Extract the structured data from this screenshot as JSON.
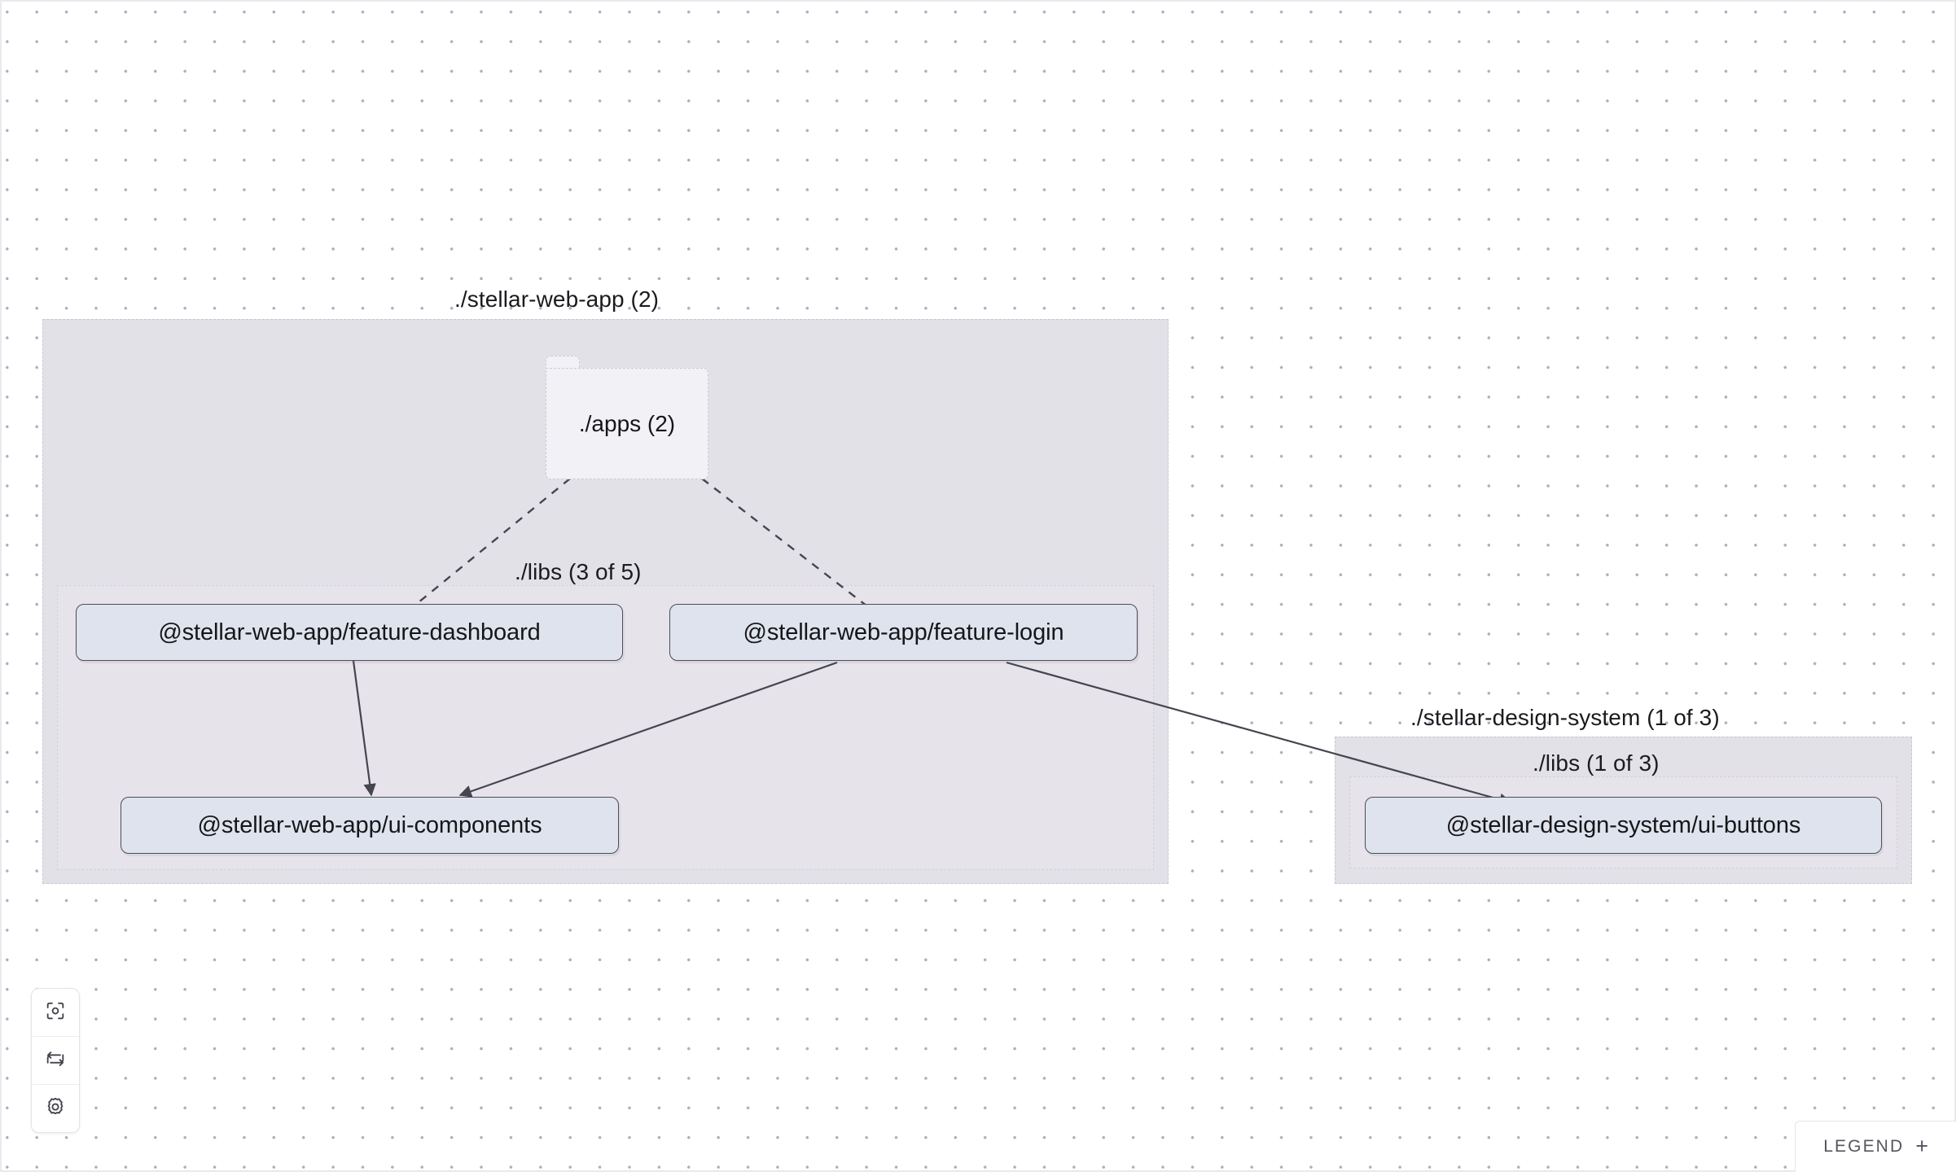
{
  "app": {
    "kind": "project-dependency-graph"
  },
  "groups": [
    {
      "id": "stellar-web-app",
      "label": "./stellar-web-app (2)"
    },
    {
      "id": "stellar-web-app-libs",
      "label": "./libs (3 of 5)"
    },
    {
      "id": "stellar-design-system",
      "label": "./stellar-design-system (1 of 3)"
    },
    {
      "id": "stellar-design-system-libs",
      "label": "./libs (1 of 3)"
    }
  ],
  "folder_node": {
    "id": "apps",
    "label": "./apps (2)"
  },
  "nodes": [
    {
      "id": "feature-dashboard",
      "label": "@stellar-web-app/feature-dashboard"
    },
    {
      "id": "feature-login",
      "label": "@stellar-web-app/feature-login"
    },
    {
      "id": "ui-components",
      "label": "@stellar-web-app/ui-components"
    },
    {
      "id": "ui-buttons",
      "label": "@stellar-design-system/ui-buttons"
    }
  ],
  "edges": [
    {
      "from": "apps",
      "to": "feature-dashboard",
      "style": "dashed"
    },
    {
      "from": "apps",
      "to": "feature-login",
      "style": "dashed"
    },
    {
      "from": "feature-dashboard",
      "to": "ui-components",
      "style": "solid"
    },
    {
      "from": "feature-login",
      "to": "ui-components",
      "style": "solid"
    },
    {
      "from": "feature-login",
      "to": "ui-buttons",
      "style": "solid"
    }
  ],
  "toolbar": {
    "buttons": [
      {
        "id": "focus",
        "icon": "focus-target-icon"
      },
      {
        "id": "refresh",
        "icon": "refresh-icon"
      },
      {
        "id": "settings",
        "icon": "gear-icon"
      }
    ]
  },
  "legend": {
    "label": "LEGEND",
    "expand_symbol": "+"
  },
  "colors": {
    "canvas_bg": "#ffffff",
    "dot_grid": "#a7b1c2",
    "group_outer_bg": "#e3e1e8",
    "group_inner_bg": "#e6e4ea",
    "folder_bg": "#f2f2f6",
    "node_bg": "#dfe3ed",
    "node_border": "#4d4d55",
    "edge": "#45454f",
    "text": "#16161a",
    "muted_text": "#55555e"
  }
}
